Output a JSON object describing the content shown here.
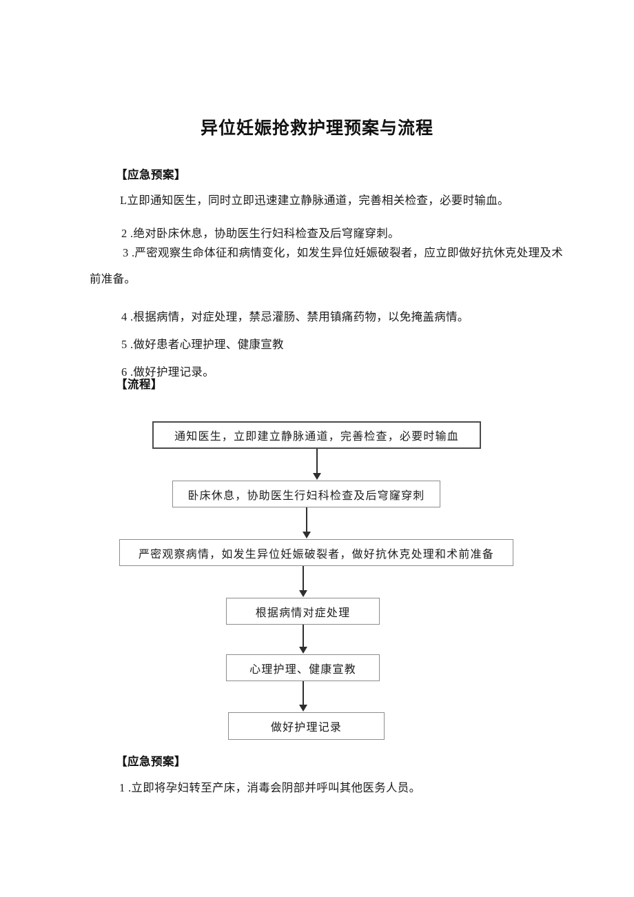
{
  "document": {
    "title": "异位妊娠抢救护理预案与流程"
  },
  "sections": {
    "emergency_plan_heading": "【应急预案】",
    "flow_heading": "【流程】",
    "bottom_plan_heading": "【应急预案】"
  },
  "emergency_plan_items": [
    {
      "num": "L",
      "text": "立即通知医生，同时立即迅速建立静脉通道，完善相关检查，必要时输血。"
    },
    {
      "num": "2 .",
      "text": "绝对卧床休息，协助医生行妇科检查及后穹窿穿刺。"
    },
    {
      "num": "3 .",
      "text": "严密观察生命体征和病情变化，如发生异位妊娠破裂者，应立即做好抗休克处理及术",
      "continuation": "前准备。"
    },
    {
      "num": "4 .",
      "text": "根据病情，对症处理，禁忌灌肠、禁用镇痛药物，以免掩盖病情。"
    },
    {
      "num": "5 .",
      "text": "做好患者心理护理、健康宣教"
    },
    {
      "num": "6 .",
      "text": "做好护理记录。"
    }
  ],
  "bottom_plan_items": [
    {
      "num": "1 .",
      "text": "立即将孕妇转至产床，消毒会阴部并呼叫其他医务人员。"
    }
  ],
  "flowchart": {
    "type": "vertical-flow",
    "boxes": [
      {
        "id": "box-1",
        "label": "通知医生，立即建立静脉通道，完善检查，必要时输血"
      },
      {
        "id": "box-2",
        "label": "卧床休息，协助医生行妇科检查及后穹窿穿刺"
      },
      {
        "id": "box-3",
        "label": "严密观察病情，如发生异位妊娠破裂者，做好抗休克处理和术前准备"
      },
      {
        "id": "box-4",
        "label": "根据病情对症处理"
      },
      {
        "id": "box-5",
        "label": "心理护理、健康宣教"
      },
      {
        "id": "box-6",
        "label": "做好护理记录"
      }
    ],
    "connectors": 5,
    "border_color": "#8c8c8c",
    "arrow_color": "#2e2e2e"
  }
}
